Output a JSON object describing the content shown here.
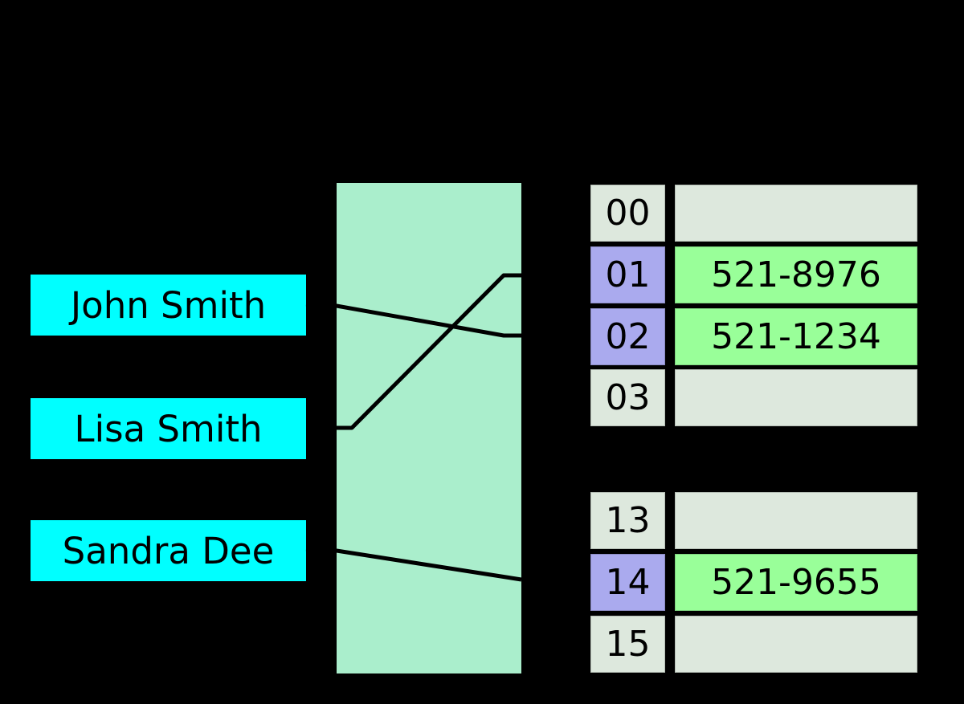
{
  "diagram": {
    "type": "hash-table-mapping",
    "keys": [
      {
        "label": "John Smith"
      },
      {
        "label": "Lisa Smith"
      },
      {
        "label": "Sandra Dee"
      }
    ],
    "buckets_top": [
      {
        "index": "00",
        "value": "",
        "highlight": false
      },
      {
        "index": "01",
        "value": "521-8976",
        "highlight": true
      },
      {
        "index": "02",
        "value": "521-1234",
        "highlight": true
      },
      {
        "index": "03",
        "value": "",
        "highlight": false
      }
    ],
    "buckets_bottom": [
      {
        "index": "13",
        "value": "",
        "highlight": false
      },
      {
        "index": "14",
        "value": "521-9655",
        "highlight": true
      },
      {
        "index": "15",
        "value": "",
        "highlight": false
      }
    ],
    "mappings": [
      {
        "from": "John Smith",
        "to_bucket": "02"
      },
      {
        "from": "Lisa Smith",
        "to_bucket": "01"
      },
      {
        "from": "Sandra Dee",
        "to_bucket": "14"
      }
    ]
  },
  "colors": {
    "background": "#000000",
    "key_box": "#00ffff",
    "hash_function_box": "#aaeecc",
    "bucket_cell_empty": "#dde8dd",
    "bucket_index_highlight": "#aaaaee",
    "bucket_value_highlight": "#99ff99",
    "line": "#000000",
    "text": "#000000"
  }
}
